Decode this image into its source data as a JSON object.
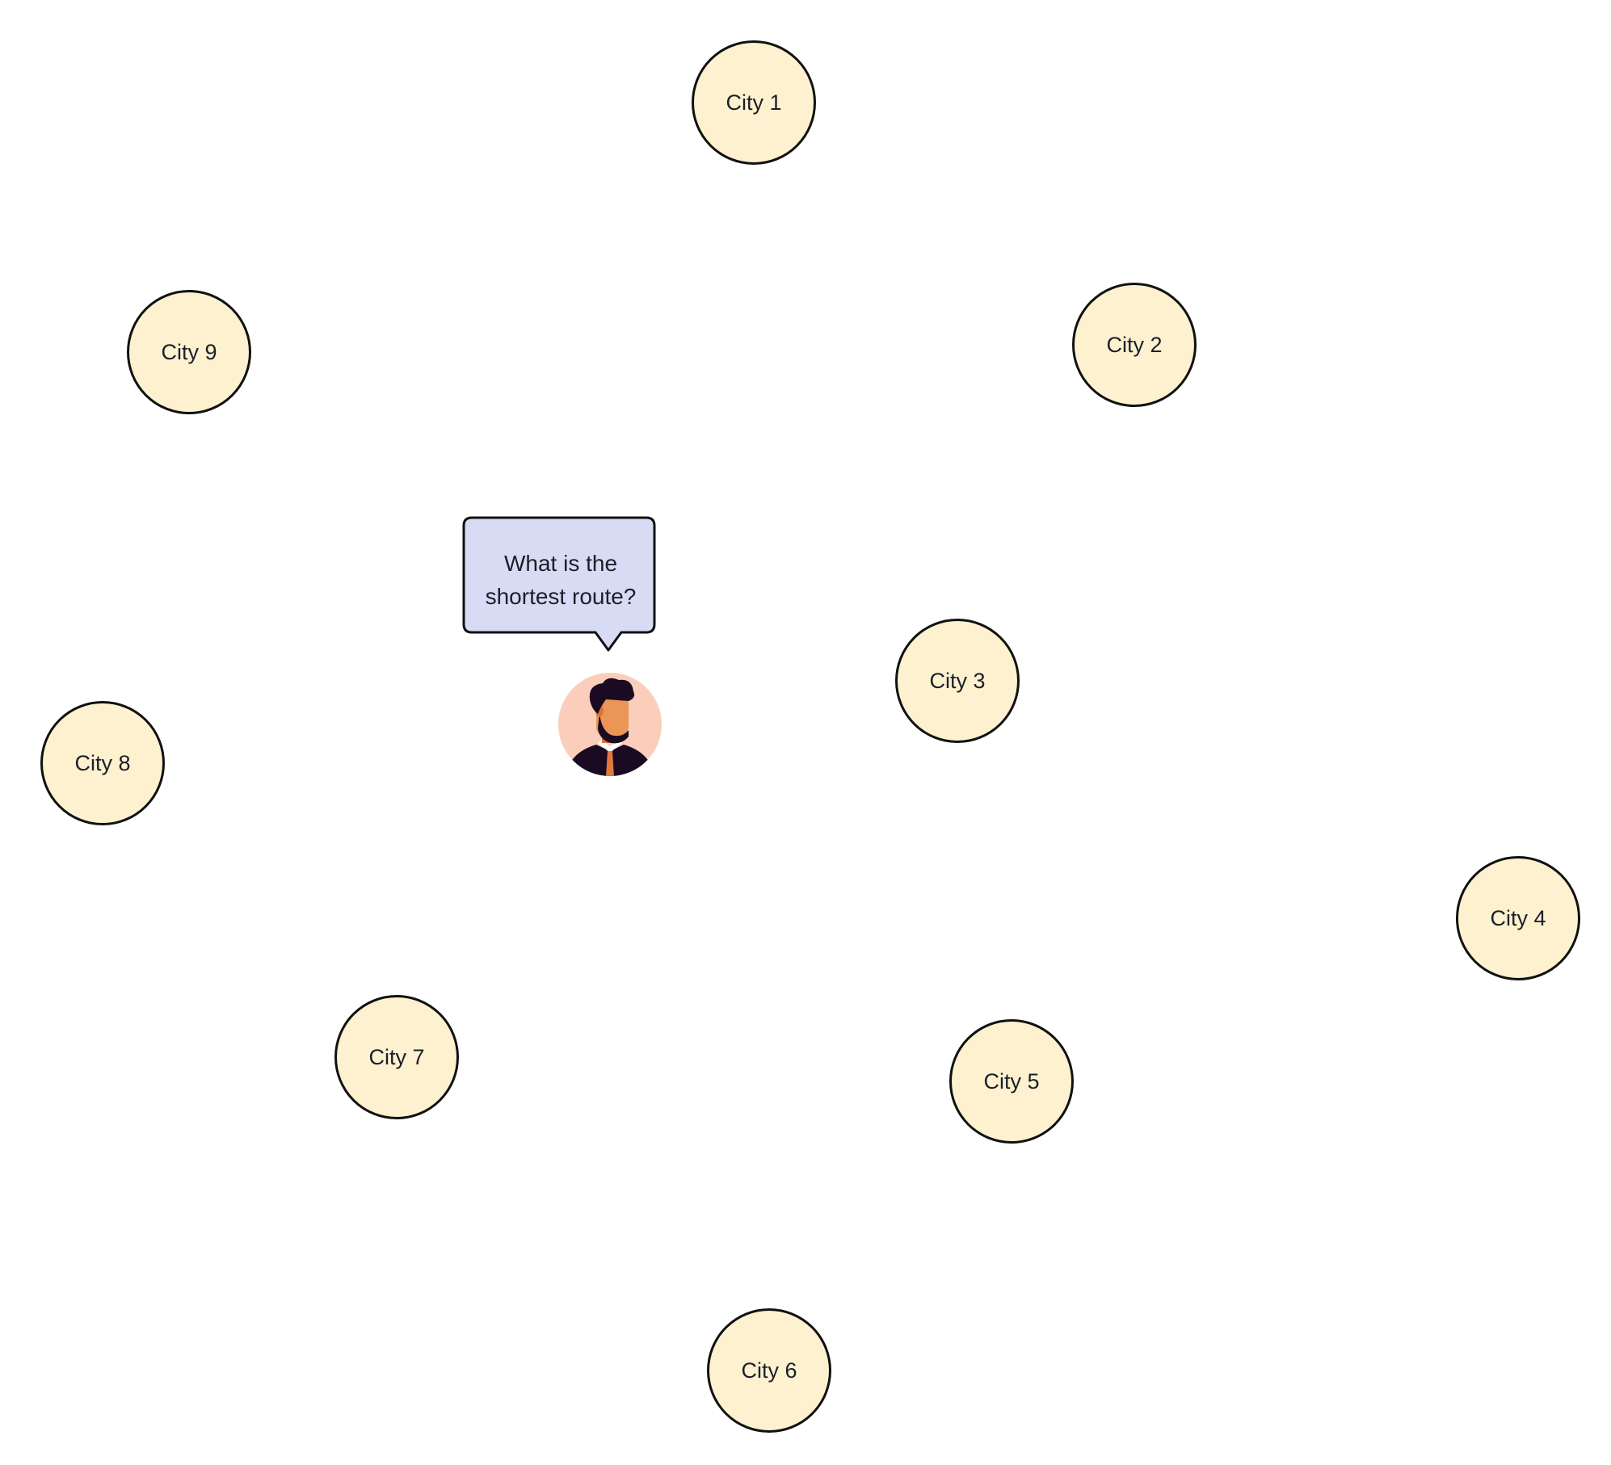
{
  "cities": [
    {
      "id": "c1",
      "label": "City 1"
    },
    {
      "id": "c2",
      "label": "City 2"
    },
    {
      "id": "c3",
      "label": "City 3"
    },
    {
      "id": "c4",
      "label": "City 4"
    },
    {
      "id": "c5",
      "label": "City 5"
    },
    {
      "id": "c6",
      "label": "City 6"
    },
    {
      "id": "c7",
      "label": "City 7"
    },
    {
      "id": "c8",
      "label": "City 8"
    },
    {
      "id": "c9",
      "label": "City 9"
    }
  ],
  "speech_bubble": {
    "line1": "What is the",
    "line2": "shortest route?"
  },
  "colors": {
    "city_fill": "#fdf1cf",
    "bubble_fill": "#d7dcf4",
    "outline": "#111111",
    "avatar_bg": "#fbcdbb"
  },
  "icons": {
    "avatar": "person-avatar-icon"
  }
}
